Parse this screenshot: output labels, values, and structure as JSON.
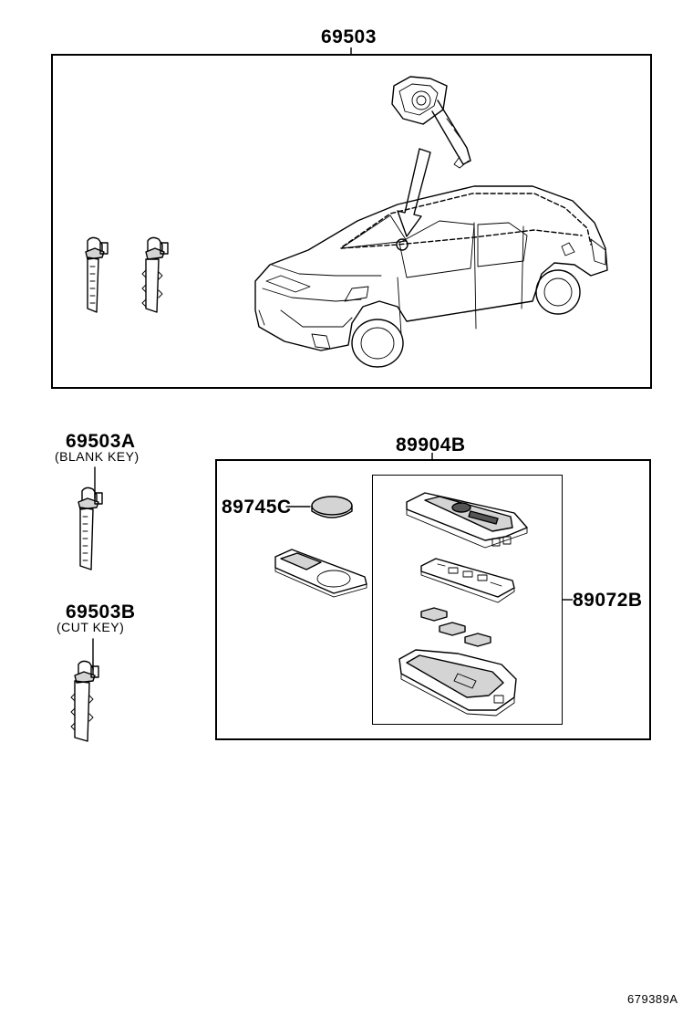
{
  "parts": {
    "lock_cylinder_set": "69503",
    "blank_key": "69503A",
    "blank_key_note": "(BLANK KEY)",
    "cut_key": "69503B",
    "cut_key_note": "(CUT KEY)",
    "transmitter_assy": "89904B",
    "battery": "89745C",
    "transmitter_housing": "89072B"
  },
  "figure_code": "679389A"
}
